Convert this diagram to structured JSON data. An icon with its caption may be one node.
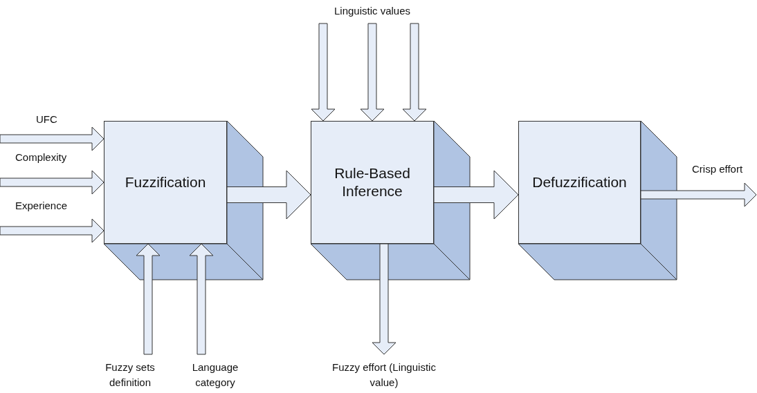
{
  "diagram": {
    "nodes": [
      {
        "text": [
          "Linguistic values"
        ]
      },
      {
        "text": [
          "Fuzzification"
        ]
      },
      {
        "text": [
          "Rule-Based Inference"
        ]
      },
      {
        "text": [
          "Defuzzification"
        ]
      },
      {
        "text": [
          "Fuzzy sets definition"
        ]
      },
      {
        "text": [
          "Language category"
        ]
      },
      {
        "text": [
          "Fuzzy effort (Linguistic value)"
        ]
      }
    ],
    "edges": [
      {
        "from": null,
        "to": 1,
        "arrow": "to",
        "label": "UFC"
      },
      {
        "from": null,
        "to": 1,
        "arrow": "to",
        "label": "Complexity"
      },
      {
        "from": null,
        "to": 1,
        "arrow": "to",
        "label": "Experience"
      },
      {
        "from": 0,
        "to": 2,
        "arrow": "to"
      },
      {
        "from": 0,
        "to": 2,
        "arrow": "to"
      },
      {
        "from": 0,
        "to": 2,
        "arrow": "to"
      },
      {
        "from": 1,
        "to": 2,
        "arrow": "to",
        "style": "thick"
      },
      {
        "from": 2,
        "to": 3,
        "arrow": "to",
        "style": "thick"
      },
      {
        "from": 3,
        "to": null,
        "arrow": "to",
        "label": "Crisp effort"
      },
      {
        "from": 4,
        "to": 1,
        "arrow": "to"
      },
      {
        "from": 5,
        "to": 1,
        "arrow": "to"
      },
      {
        "from": 2,
        "to": 6,
        "arrow": "to"
      }
    ]
  }
}
